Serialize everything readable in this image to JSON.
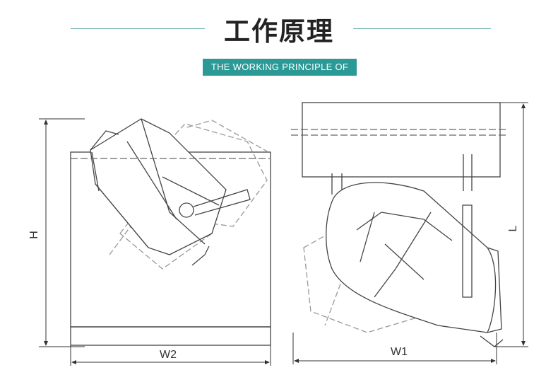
{
  "header": {
    "title": "工作原理",
    "subtitle": "THE WORKING PRINCIPLE OF"
  },
  "diagram": {
    "left_view": {
      "height_label": "H",
      "width_label": "W2"
    },
    "right_view": {
      "length_label": "L",
      "width_label": "W1"
    }
  },
  "colors": {
    "accent": "#2b9a96",
    "line": "#6fb3b0",
    "drawing": "#444444",
    "dashed": "#999999"
  }
}
